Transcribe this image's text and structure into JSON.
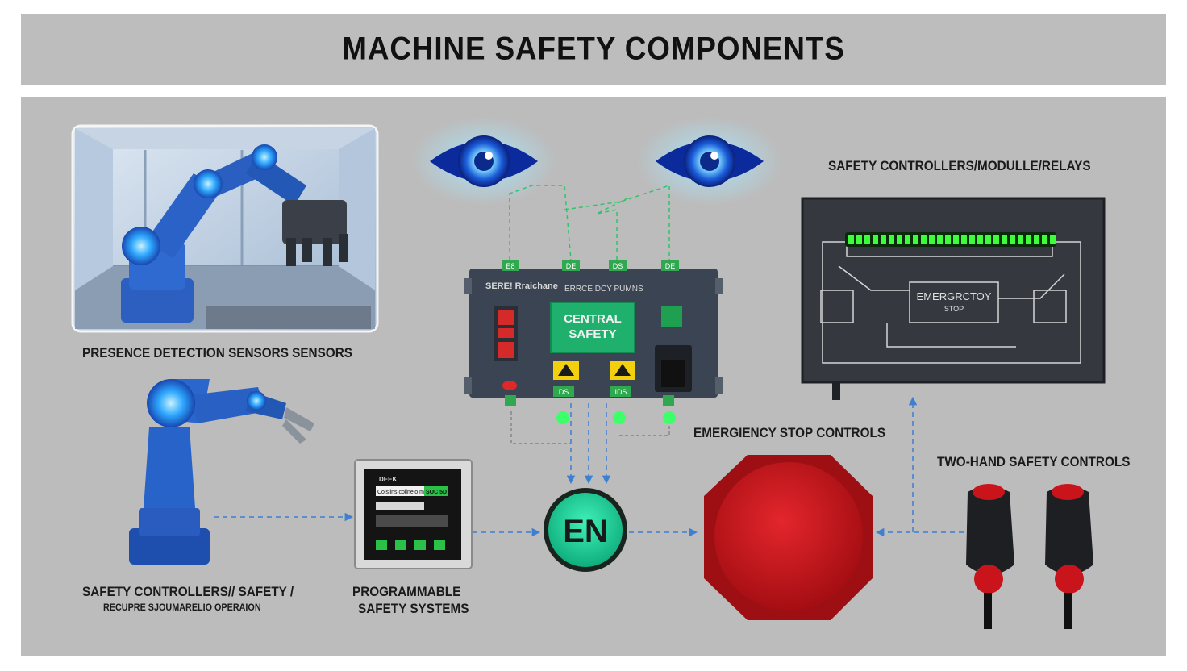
{
  "header": {
    "title": "MACHINE SAFETY COMPONENTS"
  },
  "labels": {
    "presence": "PRESENCE DETECTION SENSORS SENSORS",
    "safety_controllers": "SAFETY CONTROLLERS/MODULLE/RELAYS",
    "emergency_stop": "EMERGIENCY STOP CONTROLS",
    "two_hand": "TWO-HAND SAFETY CONTROLS",
    "safety_line1": "SAFETY CONTROLLERS// SAFETY /",
    "safety_line2": "RECUPRE SJOUMARELIO OPERAION",
    "programmable_line1": "PROGRAMMABLE",
    "programmable_line2": "SAFETY SYSTEMS"
  },
  "central_unit": {
    "brand": "SERE! Rraichane",
    "header_text": "ERRCE DCY PUMNS",
    "screen_line1": "CENTRAL",
    "screen_line2": "SAFETY",
    "top_terminals": [
      "E8",
      "DE",
      "DS",
      "DE"
    ],
    "bottom_terminals": [
      "DS",
      "IDS"
    ]
  },
  "relay_panel": {
    "stop_line1": "EMERGRCTOY",
    "stop_line2": "STOP"
  },
  "hmi": {
    "brand": "DEEK",
    "row1": "Colsiins collneio m",
    "value1": "SOC 5D"
  },
  "node": {
    "label": "EN"
  },
  "colors": {
    "accent_green": "#1fd39a",
    "stop_red": "#c8141a",
    "robot_blue": "#1f5fc8",
    "led_green": "#3cff3c",
    "panel_gray": "#bcbcbc"
  }
}
